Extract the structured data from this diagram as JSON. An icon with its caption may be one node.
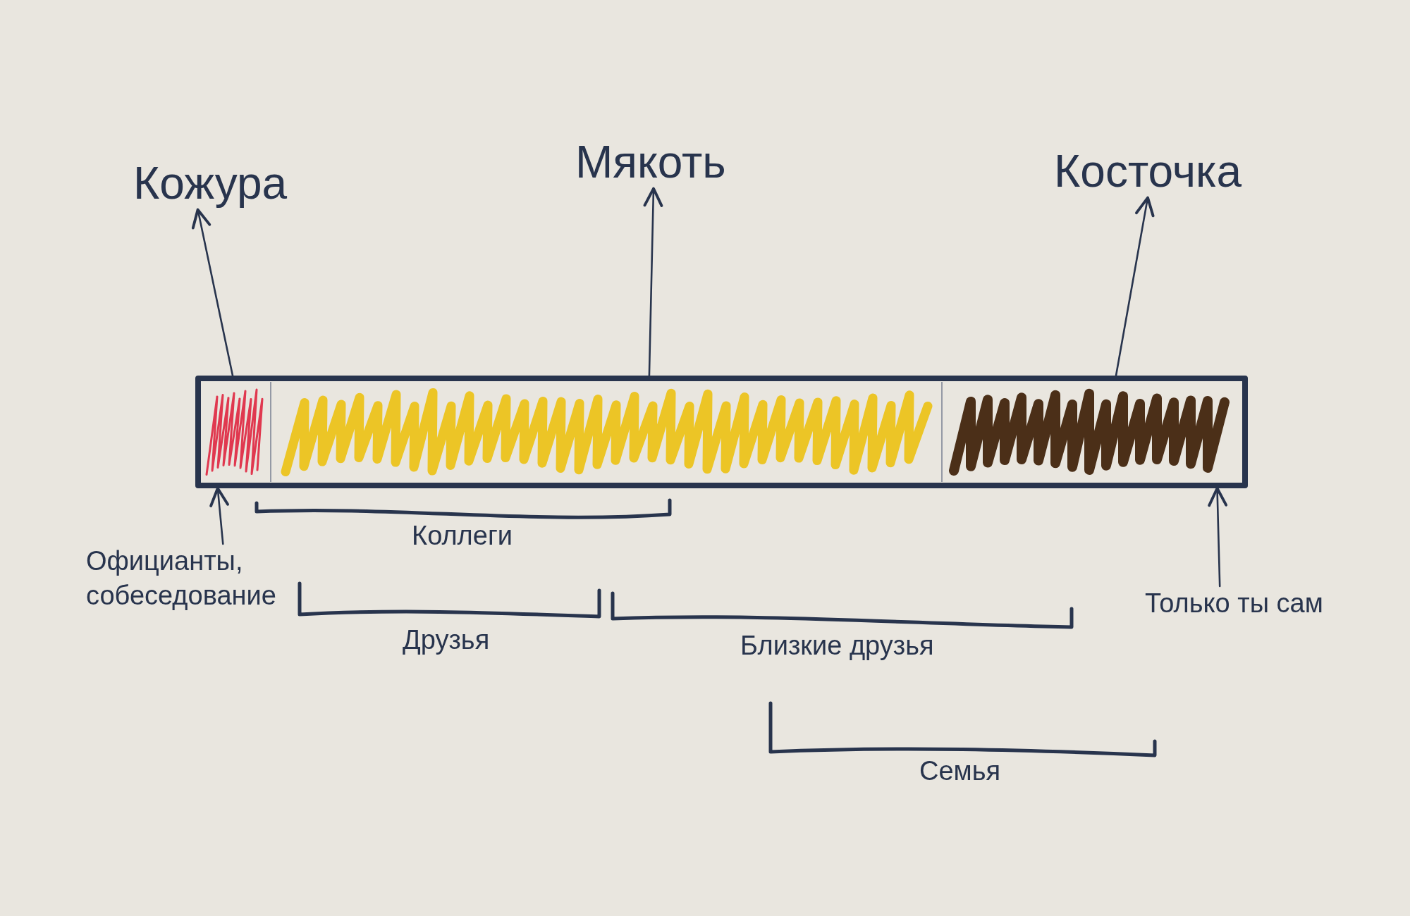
{
  "diagram": {
    "nodes": [
      {
        "text": [
          "Кожура"
        ]
      },
      {
        "text": [
          "Мякоть"
        ]
      },
      {
        "text": [
          "Косточка"
        ]
      },
      {
        "text": [],
        "shape": "bar"
      },
      {
        "text": [],
        "shape": "bar",
        "in": 3
      },
      {
        "text": [],
        "shape": "bar",
        "in": 3
      },
      {
        "text": [],
        "shape": "bar",
        "in": 3
      },
      {
        "text": [
          "Официанты, собеседование"
        ]
      },
      {
        "text": [
          "Только ты сам"
        ]
      }
    ],
    "edges": [
      {
        "from": 4,
        "to": 0,
        "arrow": "to"
      },
      {
        "from": 5,
        "to": 1,
        "arrow": "to"
      },
      {
        "from": 6,
        "to": 2,
        "arrow": "to"
      },
      {
        "from": 7,
        "to": 4,
        "arrow": "to"
      },
      {
        "from": 8,
        "to": 6,
        "arrow": "to"
      }
    ],
    "labels": [
      "Коллеги",
      "Друзья",
      "Близкие друзья",
      "Семья"
    ]
  }
}
